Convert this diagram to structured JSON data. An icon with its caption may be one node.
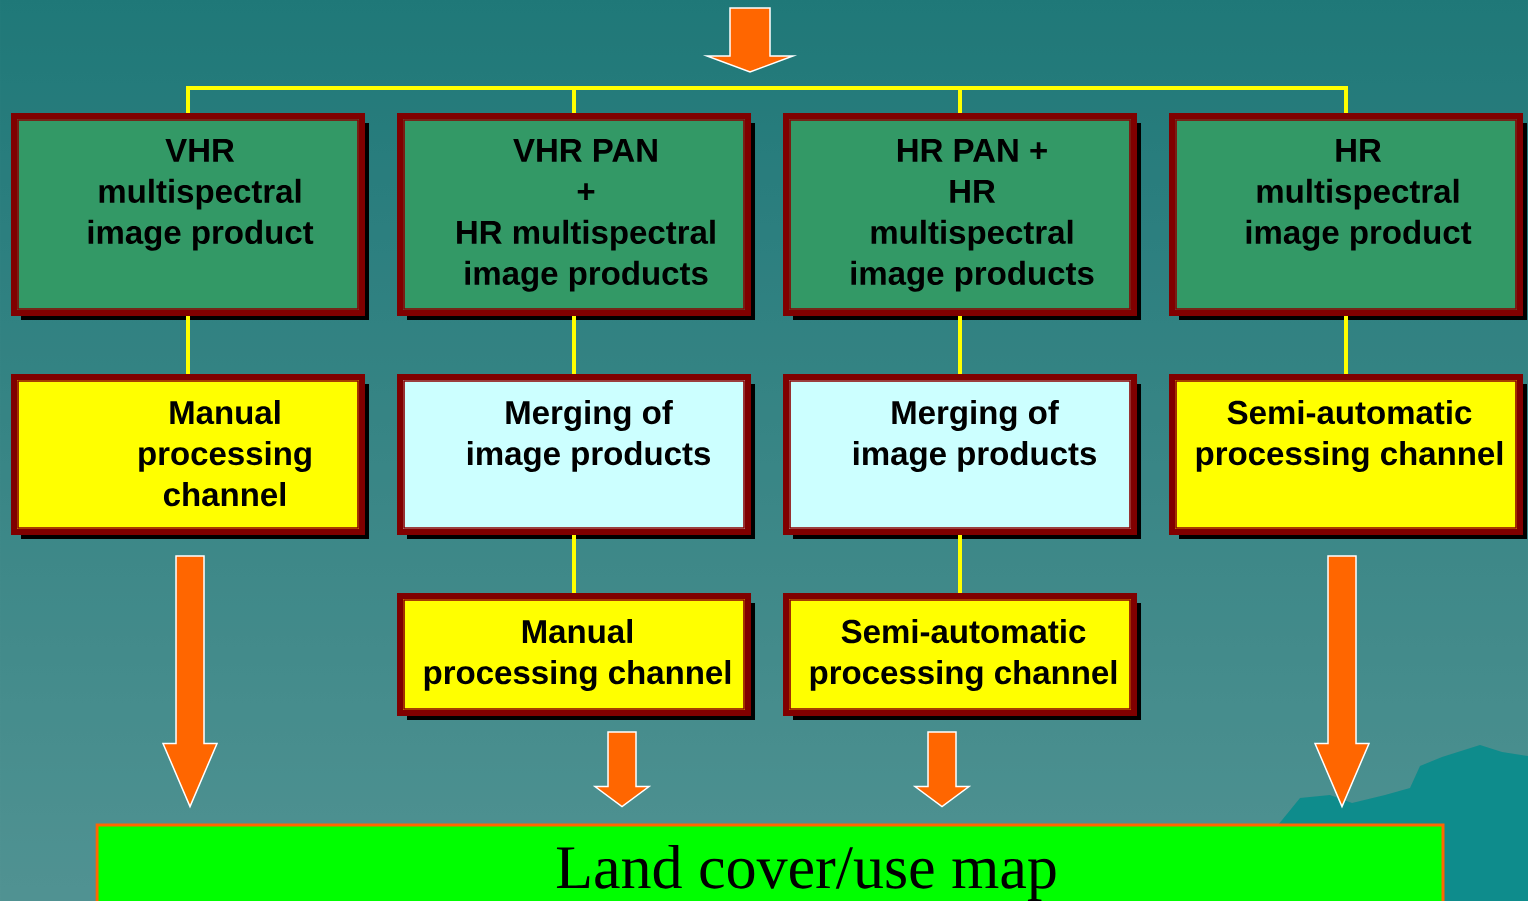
{
  "diagram": {
    "nodes": [
      {
        "text": [
          "VHR multispectral image product"
        ]
      },
      {
        "text": [
          "VHR PAN + HR multispectral image products"
        ]
      },
      {
        "text": [
          "HR PAN + HR multispectral image products"
        ]
      },
      {
        "text": [
          "HR multispectral image product"
        ]
      },
      {
        "text": [
          "Manual processing channel"
        ]
      },
      {
        "text": [
          "Merging of image products"
        ]
      },
      {
        "text": [
          "Merging of image products"
        ]
      },
      {
        "text": [
          "Semi-automatic processing channel"
        ]
      },
      {
        "text": [
          "Manual processing channel"
        ]
      },
      {
        "text": [
          "Semi-automatic processing channel"
        ]
      },
      {
        "text": [
          "Land cover/use map"
        ]
      }
    ],
    "edges": [
      {
        "from": null,
        "to": 0,
        "arrow": "none"
      },
      {
        "from": null,
        "to": 1,
        "arrow": "none"
      },
      {
        "from": null,
        "to": 2,
        "arrow": "none"
      },
      {
        "from": null,
        "to": 3,
        "arrow": "none"
      },
      {
        "from": 0,
        "to": 4,
        "arrow": "none"
      },
      {
        "from": 1,
        "to": 5,
        "arrow": "none"
      },
      {
        "from": 2,
        "to": 6,
        "arrow": "none"
      },
      {
        "from": 3,
        "to": 7,
        "arrow": "none"
      },
      {
        "from": 5,
        "to": 8,
        "arrow": "none"
      },
      {
        "from": 6,
        "to": 9,
        "arrow": "none"
      },
      {
        "from": 4,
        "to": 10,
        "arrow": "to",
        "style": "thick",
        "color": "#ff6600"
      },
      {
        "from": 8,
        "to": 10,
        "arrow": "to",
        "style": "thick",
        "color": "#ff6600"
      },
      {
        "from": 9,
        "to": 10,
        "arrow": "to",
        "style": "thick",
        "color": "#ff6600"
      },
      {
        "from": 7,
        "to": 10,
        "arrow": "to",
        "style": "thick",
        "color": "#ff6600"
      }
    ]
  }
}
